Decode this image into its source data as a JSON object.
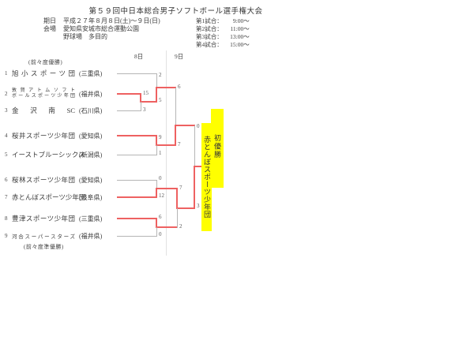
{
  "title": "第５９回中日本総合男子ソフトボール選手権大会",
  "info": {
    "date_label": "期日",
    "date": "平成２７年８月８日(土)～９日(日)",
    "venue_label": "会場",
    "venue": "愛知県安城市総合運動公園",
    "venue_detail": "野球場　多目的"
  },
  "schedule": [
    {
      "label": "第1試合：",
      "time": "9:00～"
    },
    {
      "label": "第2試合：",
      "time": "11:00～"
    },
    {
      "label": "第3試合：",
      "time": "13:00～"
    },
    {
      "label": "第4試合：",
      "time": "15:00～"
    }
  ],
  "bracket": {
    "day_headers": [
      "8日",
      "9日"
    ],
    "note_top": "(前々度優勝)",
    "note_bottom": "(前々度準優勝)",
    "teams": [
      {
        "no": "1",
        "name": "旭小スポーツ団",
        "pref": "(三重県)"
      },
      {
        "no": "2",
        "name": "敦賀アトムソフト",
        "name2": "ボールスポーツ少年団",
        "pref": "(福井県)"
      },
      {
        "no": "3",
        "name": "金沢南SC",
        "pref": "(石川県)"
      },
      {
        "no": "4",
        "name": "桜井スポーツ少年団",
        "pref": "(愛知県)"
      },
      {
        "no": "5",
        "name": "イーストブルーシックス",
        "pref": "(新潟県)"
      },
      {
        "no": "6",
        "name": "桜林スポーツ少年団",
        "pref": "(愛知県)"
      },
      {
        "no": "7",
        "name": "赤とんぼスポーツ少年団",
        "pref": "(岐阜県)"
      },
      {
        "no": "8",
        "name": "豊津スポーツ少年団",
        "pref": "(三重県)"
      },
      {
        "no": "9",
        "name": "河合スーパースターズ",
        "pref": "(福井県)"
      }
    ],
    "scores": {
      "qf1_t1": "2",
      "r1_t2": "15",
      "r1_t3": "3",
      "qf1_w23": "5",
      "sf1_top": "6",
      "qf2_t4": "9",
      "qf2_t5": "1",
      "sf1_bottom": "7",
      "final_top": "0",
      "qf3_t6": "0",
      "qf3_t7": "12",
      "sf2_top": "7",
      "qf4_t8": "6",
      "qf4_t9": "0",
      "sf2_bottom": "2",
      "final_bottom": "3"
    },
    "champion": {
      "title": "初優勝",
      "team": "赤とんぼスポーツ少年団"
    }
  },
  "colors": {
    "winner_line": "#ee6161",
    "loser_line": "#b5b5b5",
    "highlight": "#ffff00"
  }
}
